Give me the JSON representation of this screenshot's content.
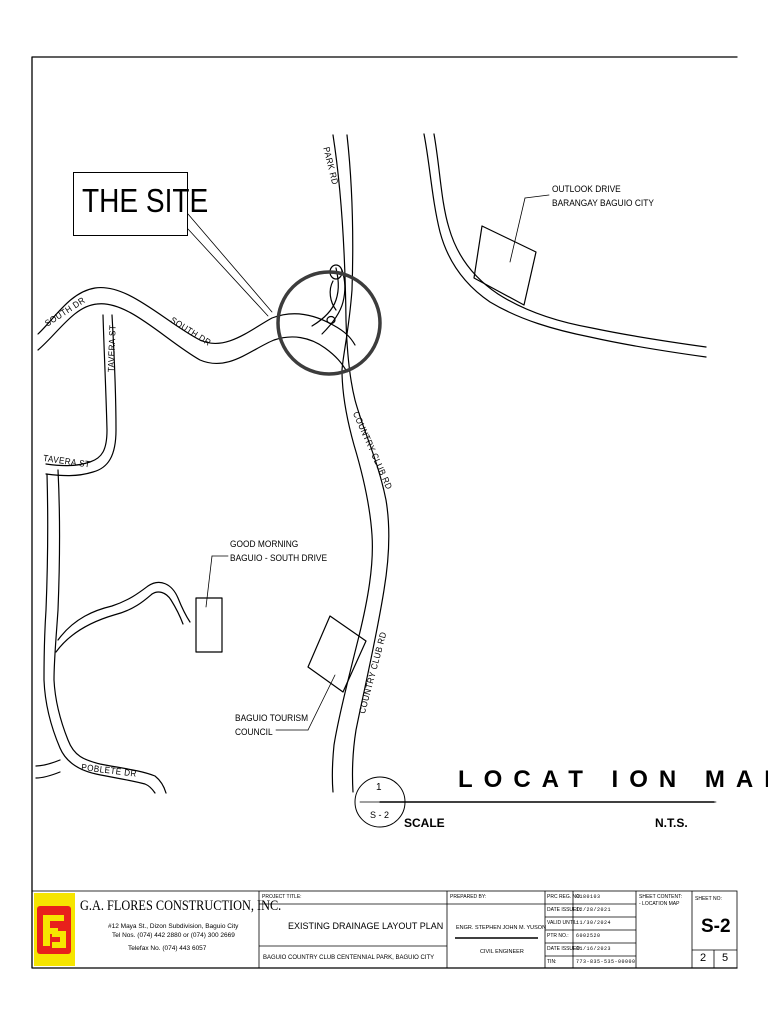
{
  "map": {
    "site_label": "THE SITE",
    "streets": {
      "park_rd": "PARK RD",
      "south_dr_1": "SOUTH DR",
      "south_dr_2": "SOUTH DR",
      "tavera_st_1": "TAVERA ST",
      "tavera_st_2": "TAVERA ST",
      "country_club_rd_1": "COUNTRY CLUB RD",
      "country_club_rd_2": "COUNTRY CLUB RD",
      "poblete_dr": "POBLETE DR"
    },
    "landmarks": {
      "outlook_line1": "OUTLOOK DRIVE",
      "outlook_line2": "BARANGAY BAGUIO CITY",
      "good_morning_line1": "GOOD MORNING",
      "good_morning_line2": "BAGUIO - SOUTH DRIVE",
      "tourism_line1": "BAGUIO TOURISM",
      "tourism_line2": "COUNCIL"
    }
  },
  "map_title": {
    "title": "LOCAT ION MAP",
    "scale_label": "SCALE",
    "scale_value": "N.T.S.",
    "detail_number": "1",
    "detail_sheet": "S - 2"
  },
  "title_block": {
    "company_name": "G.A. FLORES CONSTRUCTION, INC.",
    "address": "#12 Maya St., Dizon Subdivision, Baguio City",
    "tel": "Tel Nos. (074) 442 2880 or (074) 300 2669",
    "telefax": "Telefax No. (074) 443 6057",
    "project_title_label": "PROJECT TITLE:",
    "project_title": "EXISTING DRAINAGE LAYOUT PLAN",
    "project_location": "BAGUIO COUNTRY CLUB CENTENNIAL PARK, BAGUIO CITY",
    "prepared_by_label": "PREPARED BY:",
    "engineer": "ENGR. STEPHEN JOHN M. YUSON",
    "engineer_title": "CIVIL ENGINEER",
    "fields": [
      {
        "label": "PRC REG. NO.",
        "value": "0180103"
      },
      {
        "label": "DATE ISSUED:",
        "value": "12/28/2021"
      },
      {
        "label": "VALID UNTIL:",
        "value": "11/30/2024"
      },
      {
        "label": "PTR NO.:",
        "value": "6002520"
      },
      {
        "label": "DATE ISSUED:",
        "value": "01/16/2023"
      },
      {
        "label": "TIN:",
        "value": "773-835-535-00000"
      }
    ],
    "sheet_content_label": "SHEET CONTENT:",
    "sheet_content": "- LOCATION MAP",
    "sheet_no_label": "SHEET NO:",
    "sheet_no": "S-2",
    "sheet_index": "2",
    "sheet_total": "5"
  },
  "colors": {
    "logo_red": "#e8201c",
    "logo_yellow": "#f6e500",
    "ink": "#000000"
  }
}
